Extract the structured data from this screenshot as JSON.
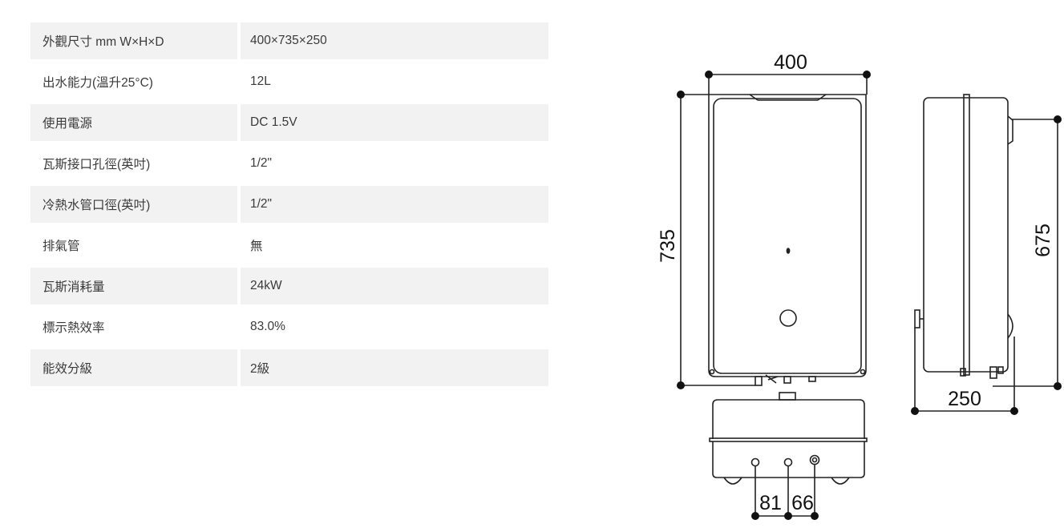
{
  "specs": [
    {
      "label": "外觀尺寸 mm W×H×D",
      "value": "400×735×250"
    },
    {
      "label": "出水能力(溫升25°C)",
      "value": "12L"
    },
    {
      "label": "使用電源",
      "value": "DC 1.5V"
    },
    {
      "label": "瓦斯接口孔徑(英吋)",
      "value": "1/2\""
    },
    {
      "label": "冷熱水管口徑(英吋)",
      "value": "1/2\""
    },
    {
      "label": "排氣管",
      "value": "無"
    },
    {
      "label": "瓦斯消耗量",
      "value": "24kW"
    },
    {
      "label": "標示熱效率",
      "value": "83.0%"
    },
    {
      "label": "能效分級",
      "value": "2級"
    }
  ],
  "diagram": {
    "width": "400",
    "height": "735",
    "depth": "250",
    "side_height": "675",
    "pipe_spacing_1": "81",
    "pipe_spacing_2": "66"
  }
}
